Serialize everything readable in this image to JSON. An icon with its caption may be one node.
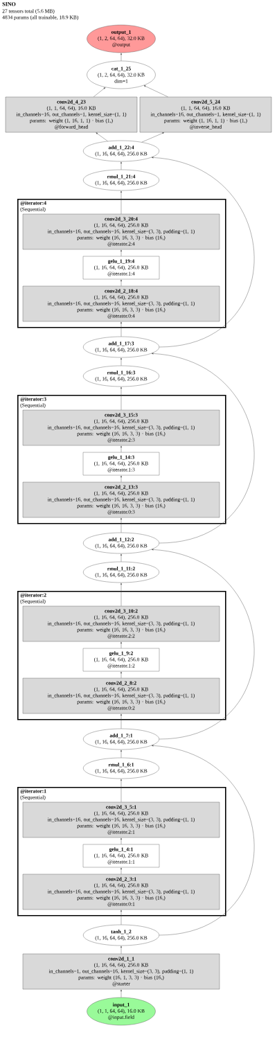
{
  "diagram": {
    "title": "SINO",
    "labels": [
      "27 tensors total (5.6 MB)",
      "4834 params (all trainable, 18.9 KB)"
    ],
    "nodes": [
      {
        "text": [
          "output_1",
          "(1, 2, 64, 64), 32.0 KB",
          "@output"
        ]
      },
      {
        "text": [
          "cat_1_25",
          "(1, 2, 64, 64), 32.0 KB",
          "dim=1"
        ]
      },
      {
        "text": [
          "conv2d_4_23",
          "(1, 1, 64, 64), 16.0 KB",
          "in_channels=16, out_channels=1, kernel_size=(1, 1)",
          "params: weight (1, 16, 1, 1) · bias (1,)",
          "@forward_head"
        ]
      },
      {
        "text": [
          "conv2d_5_24",
          "(1, 1, 64, 64), 16.0 KB",
          "in_channels=16, out_channels=1, kernel_size=(1, 1)",
          "params: weight (1, 16, 1, 1) · bias (1,)",
          "@inverse_head"
        ]
      },
      {
        "text": [
          "add_1_22:4",
          "(1, 16, 64, 64), 256.0 KB"
        ]
      },
      {
        "text": [
          "rmul_1_21:4",
          "(1, 16, 64, 64), 256.0 KB"
        ]
      },
      {
        "text": [
          "@iterator:4",
          "(Sequential)"
        ]
      },
      {
        "text": [
          "conv2d_3_20:4",
          "(1, 16, 64, 64), 256.0 KB",
          "in_channels=16, out_channels=16, kernel_size=(3, 3), padding=(1, 1)",
          "params: weight (16, 16, 3, 3) · bias (16,)",
          "@iterator.2:4"
        ],
        "in": 6
      },
      {
        "text": [
          "gelu_1_19:4",
          "(1, 16, 64, 64), 256.0 KB",
          "@iterator.1:4"
        ],
        "in": 6
      },
      {
        "text": [
          "conv2d_2_18:4",
          "(1, 16, 64, 64), 256.0 KB",
          "in_channels=16, out_channels=16, kernel_size=(3, 3), padding=(1, 1)",
          "params: weight (16, 16, 3, 3) · bias (16,)",
          "@iterator.0:4"
        ],
        "in": 6
      },
      {
        "text": [
          "add_1_17:3",
          "(1, 16, 64, 64), 256.0 KB"
        ]
      },
      {
        "text": [
          "rmul_1_16:3",
          "(1, 16, 64, 64), 256.0 KB"
        ]
      },
      {
        "text": [
          "@iterator:3",
          "(Sequential)"
        ]
      },
      {
        "text": [
          "conv2d_3_15:3",
          "(1, 16, 64, 64), 256.0 KB",
          "in_channels=16, out_channels=16, kernel_size=(3, 3), padding=(1, 1)",
          "params: weight (16, 16, 3, 3) · bias (16,)",
          "@iterator.2:3"
        ],
        "in": 12
      },
      {
        "text": [
          "gelu_1_14:3",
          "(1, 16, 64, 64), 256.0 KB",
          "@iterator.1:3"
        ],
        "in": 12
      },
      {
        "text": [
          "conv2d_2_13:3",
          "(1, 16, 64, 64), 256.0 KB",
          "in_channels=16, out_channels=16, kernel_size=(3, 3), padding=(1, 1)",
          "params: weight (16, 16, 3, 3) · bias (16,)",
          "@iterator.0:3"
        ],
        "in": 12
      },
      {
        "text": [
          "add_1_12:2",
          "(1, 16, 64, 64), 256.0 KB"
        ]
      },
      {
        "text": [
          "rmul_1_11:2",
          "(1, 16, 64, 64), 256.0 KB"
        ]
      },
      {
        "text": [
          "@iterator:2",
          "(Sequential)"
        ]
      },
      {
        "text": [
          "conv2d_3_10:2",
          "(1, 16, 64, 64), 256.0 KB",
          "in_channels=16, out_channels=16, kernel_size=(3, 3), padding=(1, 1)",
          "params: weight (16, 16, 3, 3) · bias (16,)",
          "@iterator.2:2"
        ],
        "in": 18
      },
      {
        "text": [
          "gelu_1_9:2",
          "(1, 16, 64, 64), 256.0 KB",
          "@iterator.1:2"
        ],
        "in": 18
      },
      {
        "text": [
          "conv2d_2_8:2",
          "(1, 16, 64, 64), 256.0 KB",
          "in_channels=16, out_channels=16, kernel_size=(3, 3), padding=(1, 1)",
          "params: weight (16, 16, 3, 3) · bias (16,)",
          "@iterator.0:2"
        ],
        "in": 18
      },
      {
        "text": [
          "add_1_7:1",
          "(1, 16, 64, 64), 256.0 KB"
        ]
      },
      {
        "text": [
          "rmul_1_6:1",
          "(1, 16, 64, 64), 256.0 KB"
        ]
      },
      {
        "text": [
          "@iterator:1",
          "(Sequential)"
        ]
      },
      {
        "text": [
          "conv2d_3_5:1",
          "(1, 16, 64, 64), 256.0 KB",
          "in_channels=16, out_channels=16, kernel_size=(3, 3), padding=(1, 1)",
          "params: weight (16, 16, 3, 3) · bias (16,)",
          "@iterator.2:1"
        ],
        "in": 24
      },
      {
        "text": [
          "gelu_1_4:1",
          "(1, 16, 64, 64), 256.0 KB",
          "@iterator.1:1"
        ],
        "in": 24
      },
      {
        "text": [
          "conv2d_2_3:1",
          "(1, 16, 64, 64), 256.0 KB",
          "in_channels=16, out_channels=16, kernel_size=(3, 3), padding=(1, 1)",
          "params: weight (16, 16, 3, 3) · bias (16,)",
          "@iterator.0:1"
        ],
        "in": 24
      },
      {
        "text": [
          "tanh_1_2",
          "(1, 16, 64, 64), 256.0 KB"
        ]
      },
      {
        "text": [
          "conv2d_1_1",
          "(1, 16, 64, 64), 256.0 KB",
          "in_channels=1, out_channels=16, kernel_size=(3, 3), padding=(1, 1)",
          "params: weight (16, 1, 3, 3) · bias (16,)",
          "@starter"
        ]
      },
      {
        "text": [
          "input_1",
          "(1, 1, 64, 64), 16.0 KB",
          "@input.field"
        ]
      }
    ],
    "edges": [
      {
        "from": 30,
        "to": 29,
        "arrow": "to"
      },
      {
        "from": 29,
        "to": 28,
        "arrow": "to"
      },
      {
        "from": 28,
        "to": 27,
        "arrow": "to"
      },
      {
        "from": 28,
        "to": 22,
        "arrow": "to"
      },
      {
        "from": 27,
        "to": 26,
        "arrow": "to"
      },
      {
        "from": 26,
        "to": 25,
        "arrow": "to"
      },
      {
        "from": 25,
        "to": 23,
        "arrow": "to"
      },
      {
        "from": 23,
        "to": 22,
        "arrow": "to"
      },
      {
        "from": 22,
        "to": 21,
        "arrow": "to"
      },
      {
        "from": 22,
        "to": 16,
        "arrow": "to"
      },
      {
        "from": 21,
        "to": 20,
        "arrow": "to"
      },
      {
        "from": 20,
        "to": 19,
        "arrow": "to"
      },
      {
        "from": 19,
        "to": 17,
        "arrow": "to"
      },
      {
        "from": 17,
        "to": 16,
        "arrow": "to"
      },
      {
        "from": 16,
        "to": 15,
        "arrow": "to"
      },
      {
        "from": 16,
        "to": 10,
        "arrow": "to"
      },
      {
        "from": 15,
        "to": 14,
        "arrow": "to"
      },
      {
        "from": 14,
        "to": 13,
        "arrow": "to"
      },
      {
        "from": 13,
        "to": 11,
        "arrow": "to"
      },
      {
        "from": 11,
        "to": 10,
        "arrow": "to"
      },
      {
        "from": 10,
        "to": 9,
        "arrow": "to"
      },
      {
        "from": 10,
        "to": 4,
        "arrow": "to"
      },
      {
        "from": 9,
        "to": 8,
        "arrow": "to"
      },
      {
        "from": 8,
        "to": 7,
        "arrow": "to"
      },
      {
        "from": 7,
        "to": 5,
        "arrow": "to"
      },
      {
        "from": 5,
        "to": 4,
        "arrow": "to"
      },
      {
        "from": 4,
        "to": 2,
        "arrow": "to"
      },
      {
        "from": 4,
        "to": 3,
        "arrow": "to"
      },
      {
        "from": 2,
        "to": 1,
        "arrow": "to"
      },
      {
        "from": 3,
        "to": 1,
        "arrow": "to"
      },
      {
        "from": 1,
        "to": 0,
        "arrow": "to"
      }
    ]
  }
}
